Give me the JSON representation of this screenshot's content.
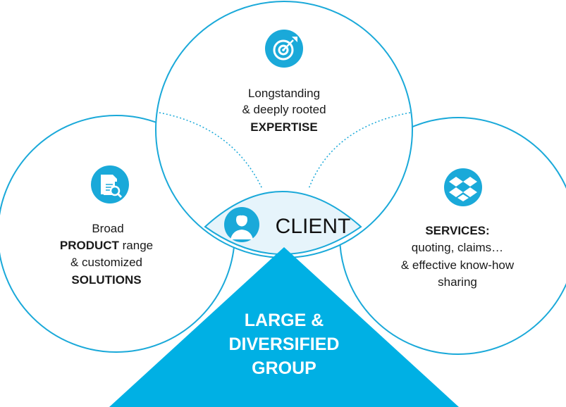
{
  "colors": {
    "accent": "#1aa9d9",
    "lens_fill": "#e6f4fb",
    "text_dark": "#1a1a1a",
    "white": "#ffffff"
  },
  "top_circle": {
    "icon": "target-arrow-icon",
    "line1": "Longstanding",
    "line2": "& deeply rooted",
    "line3": "EXPERTISE"
  },
  "left_circle": {
    "icon": "document-search-icon",
    "line1": "Broad",
    "line2_bold": "PRODUCT",
    "line2_rest": " range",
    "line3": "& customized",
    "line4": "SOLUTIONS"
  },
  "right_circle": {
    "icon": "dropbox-icon",
    "line1": "SERVICES:",
    "line2": "quoting, claims…",
    "line3": "& effective know-how",
    "line4": "sharing"
  },
  "center": {
    "icon": "user-avatar-icon",
    "label": "CLIENT"
  },
  "triangle": {
    "line1": "LARGE &",
    "line2": "DIVERSIFIED",
    "line3": "GROUP"
  }
}
